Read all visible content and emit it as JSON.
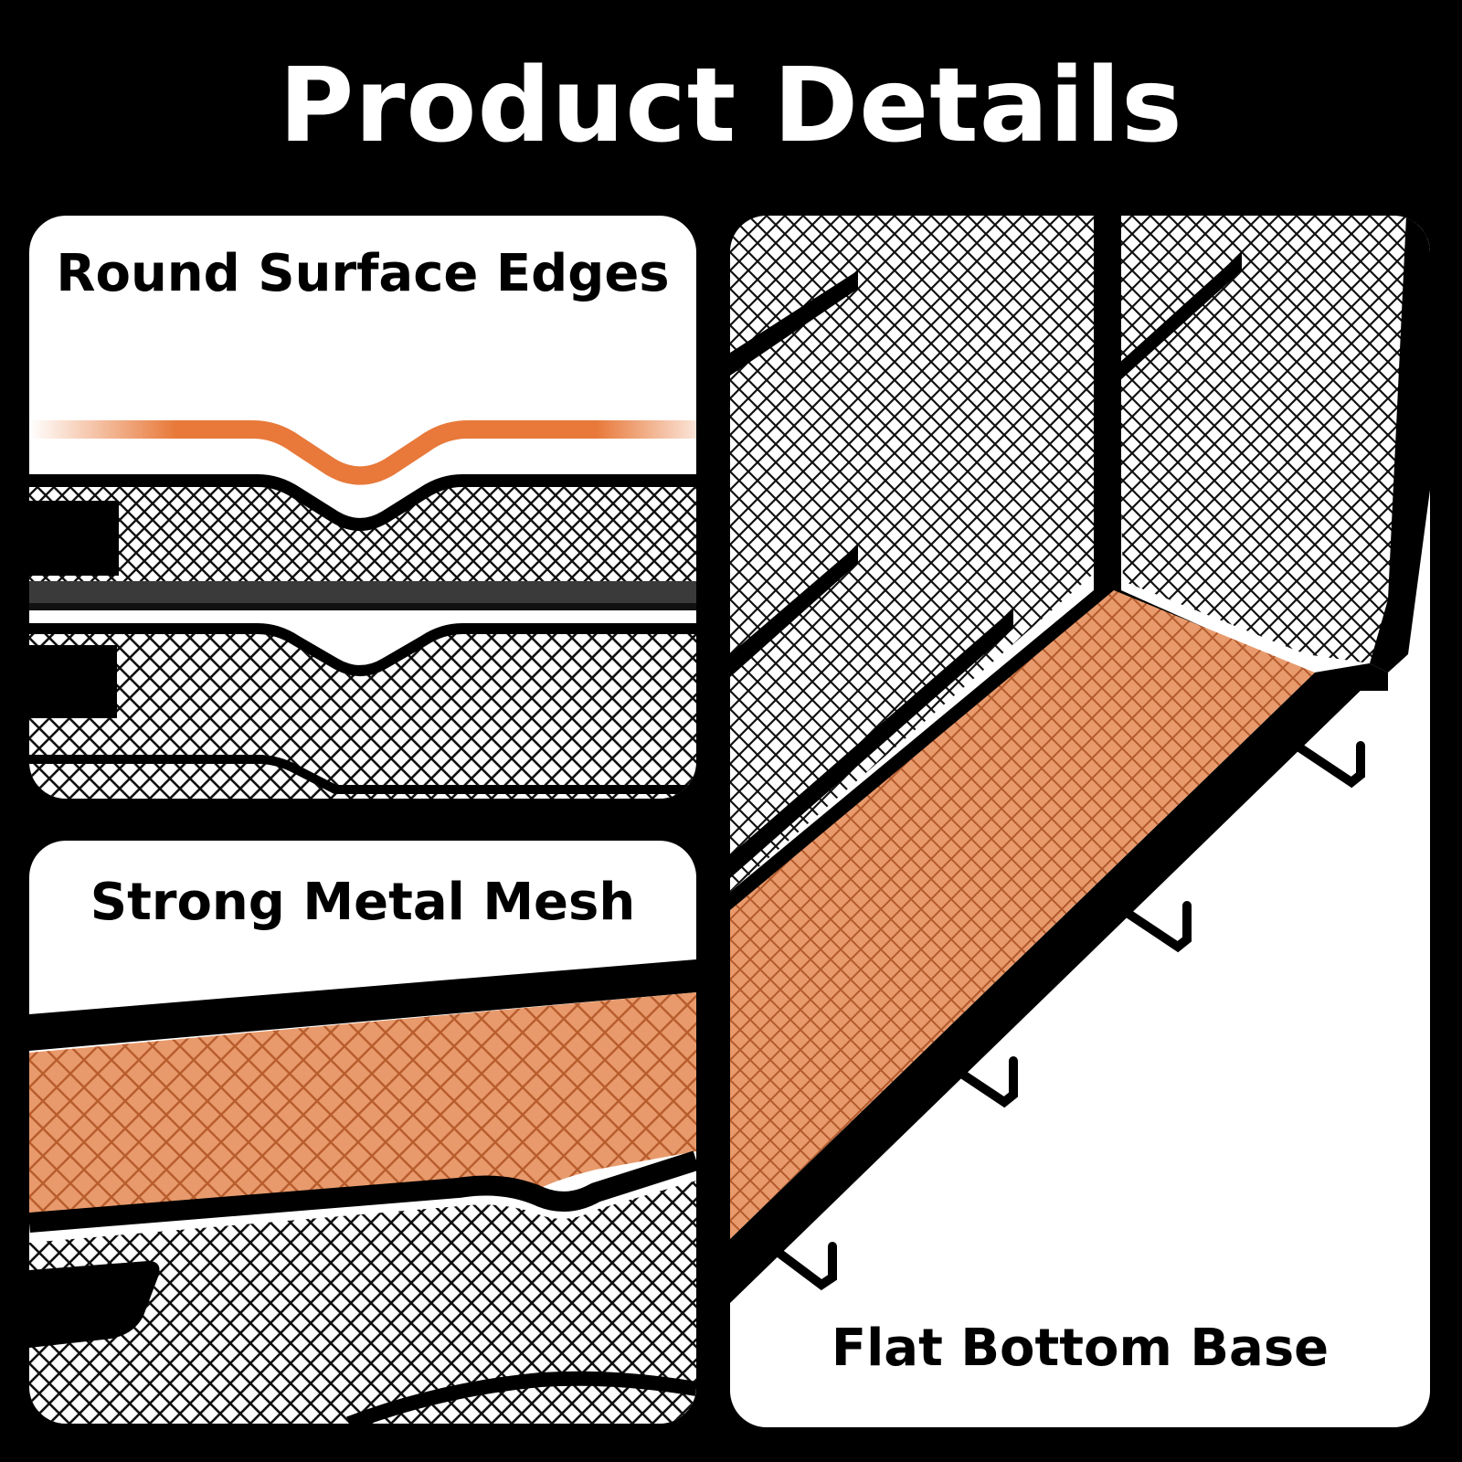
{
  "header": {
    "title": "Product Details"
  },
  "features": [
    {
      "label": "Round Surface Edges"
    },
    {
      "label": "Strong Metal Mesh"
    },
    {
      "label": "Flat Bottom Base"
    }
  ],
  "colors": {
    "background": "#000000",
    "card": "#ffffff",
    "accent_orange": "#e8793a",
    "mesh_highlight": "#e89a6c",
    "metal": "#111111"
  }
}
